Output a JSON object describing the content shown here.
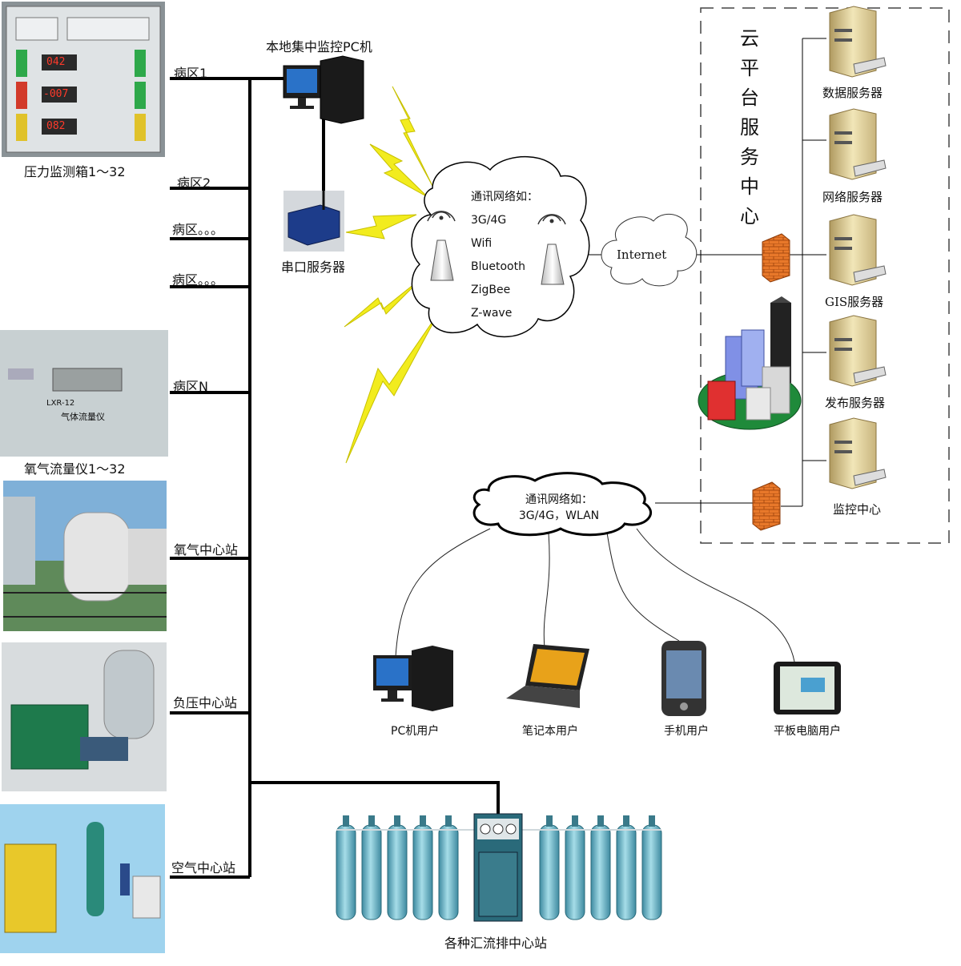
{
  "ward_labels": [
    "病区1",
    "病区2",
    "病区。。。",
    "病区。。。",
    "病区N"
  ],
  "left_devices": {
    "pressure_box": "压力监测箱1～32",
    "pressure_readings": [
      "042",
      "-007",
      "082"
    ],
    "oxygen_meter": "氧气流量仪1～32",
    "oxygen_meter_model": "LXR-12",
    "oxygen_meter_name": "气体流量仪",
    "oxygen_station": "氧气中心站",
    "vacuum_station": "负压中心站",
    "air_station": "空气中心站"
  },
  "local_pc": "本地集中监控PC机",
  "serial_server": "串口服务器",
  "manifold_station": "各种汇流排中心站",
  "network1": {
    "title": "通讯网络如：",
    "items": [
      "3G/4G",
      "Wifi",
      "Bluetooth",
      "ZigBee",
      "Z-wave"
    ]
  },
  "internet": "Internet",
  "cloud": {
    "title_chars": [
      "云",
      "平",
      "台",
      "服",
      "务",
      "中",
      "心"
    ],
    "servers": [
      "数据服务器",
      "网络服务器",
      "GIS服务器",
      "发布服务器",
      "监控中心"
    ]
  },
  "network2": {
    "title": "通讯网络如：",
    "subtitle": "3G/4G，WLAN"
  },
  "users": [
    "PC机用户",
    "笔记本用户",
    "手机用户",
    "平板电脑用户"
  ],
  "colors": {
    "lightning": "#f2ec1e",
    "firewall": "#e8782a",
    "cylinder": "#6ab4c8"
  }
}
